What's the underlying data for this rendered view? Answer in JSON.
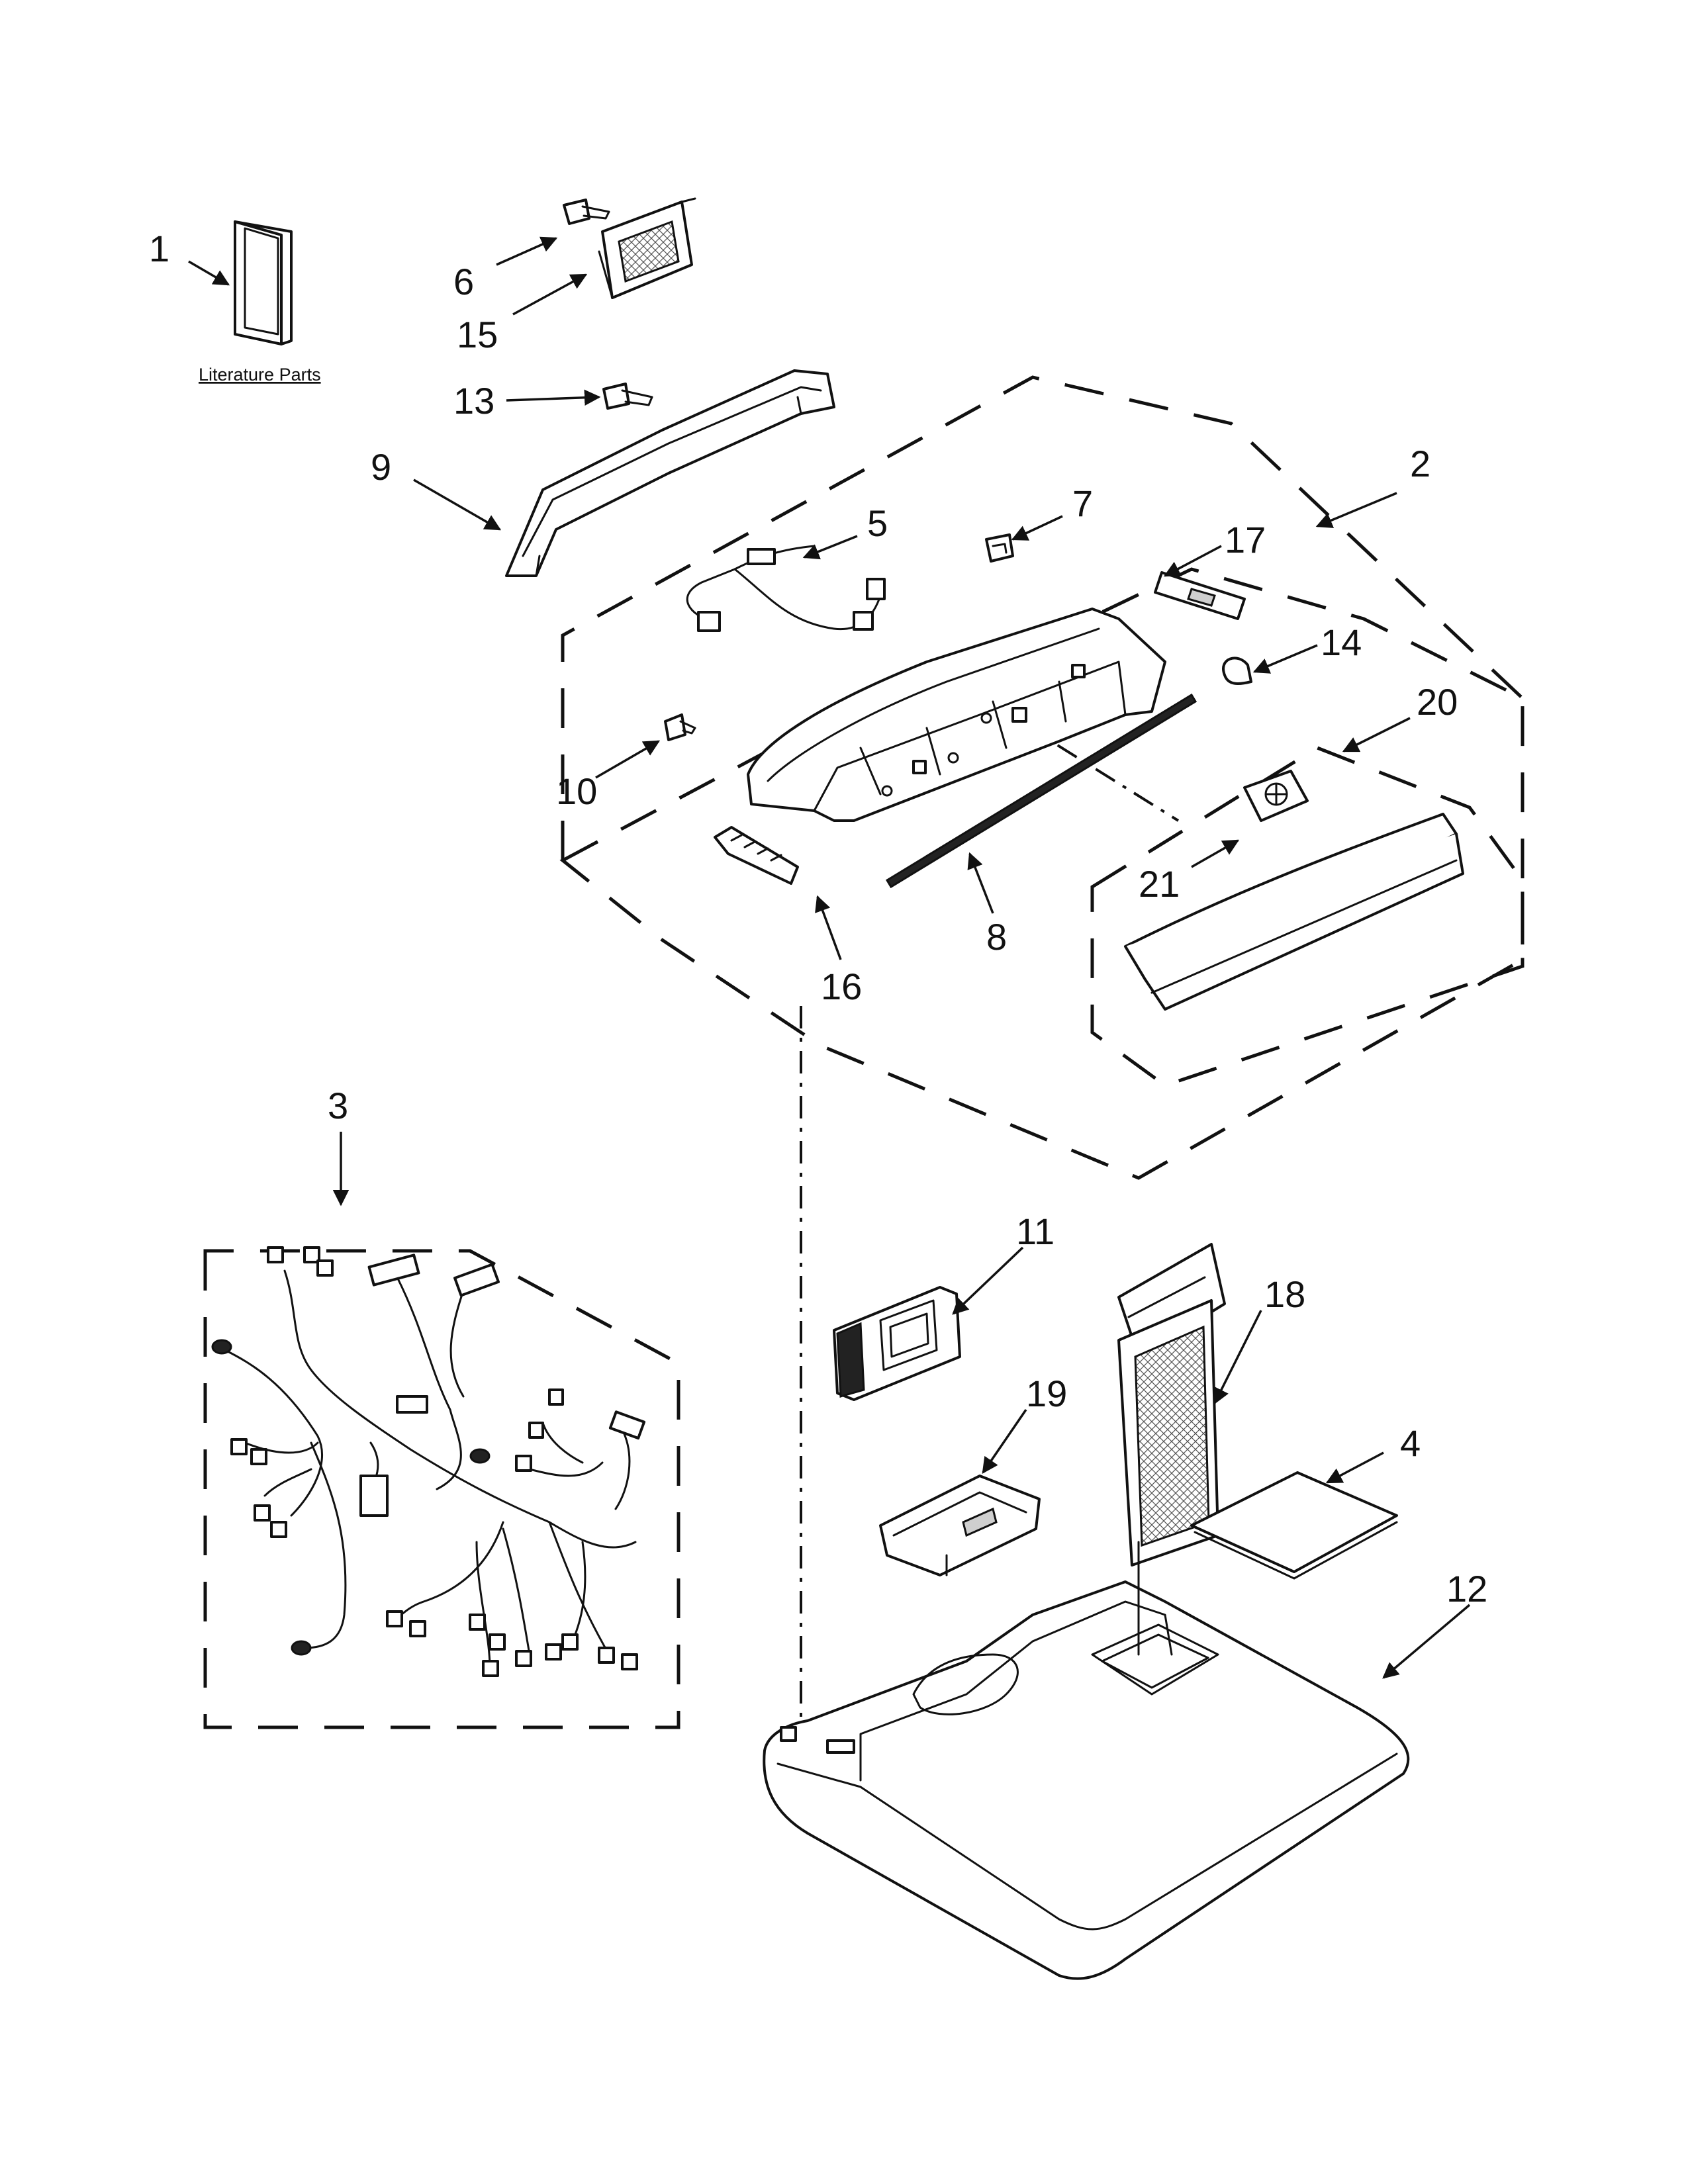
{
  "diagram": {
    "literature_label": "Literature Parts",
    "callouts": [
      "1",
      "2",
      "3",
      "4",
      "5",
      "6",
      "7",
      "8",
      "9",
      "10",
      "11",
      "12",
      "13",
      "14",
      "15",
      "16",
      "17",
      "18",
      "19",
      "20",
      "21"
    ]
  },
  "colors": {
    "line": "#111111",
    "background": "#ffffff"
  }
}
